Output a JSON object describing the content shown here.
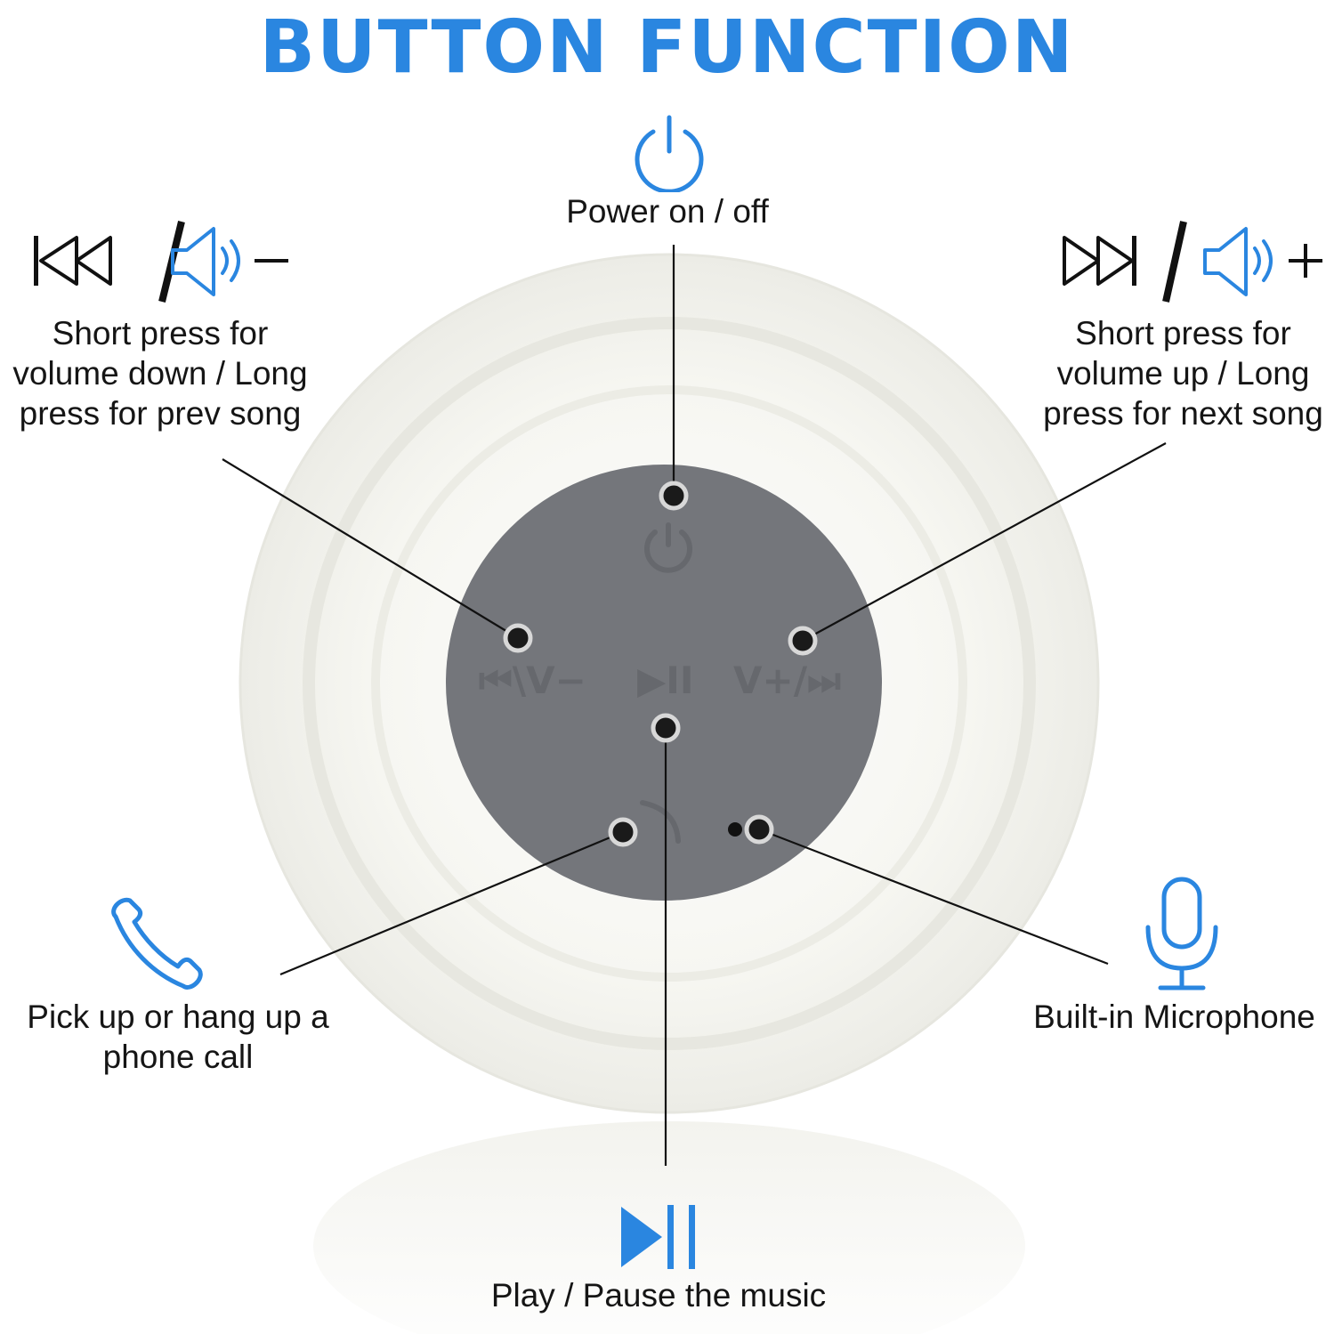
{
  "title": "BUTTON FUNCTION",
  "colors": {
    "accent": "#2a86e0",
    "panel": "#74767b",
    "speaker": "#f3f3ee",
    "ink": "#111111"
  },
  "callouts": {
    "power": {
      "text": "Power on / off",
      "icon": "power-icon"
    },
    "volume_down": {
      "lines": [
        "Short press for",
        "volume down / Long",
        "press for prev song"
      ],
      "icon": "prev-volume-down-icon",
      "sign": "−"
    },
    "volume_up": {
      "lines": [
        "Short press for",
        "volume up / Long",
        "press for next song"
      ],
      "icon": "next-volume-up-icon",
      "sign": "+"
    },
    "phone": {
      "lines": [
        "Pick up or hang up a",
        "phone call"
      ],
      "icon": "phone-icon"
    },
    "microphone": {
      "text": "Built-in Microphone",
      "icon": "microphone-icon"
    },
    "play": {
      "text": "Play / Pause the music",
      "icon": "play-pause-icon"
    }
  },
  "panel_labels": {
    "left": "⏮\\V−",
    "center": "▶II",
    "right": "V+/⏭"
  }
}
